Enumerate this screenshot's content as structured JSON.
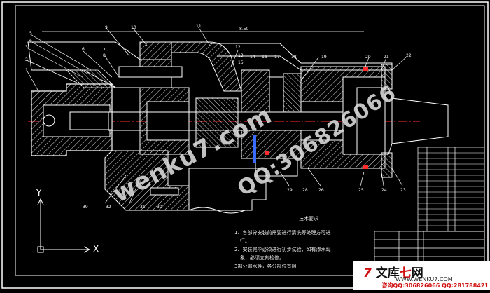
{
  "drawing": {
    "colors": {
      "background": "#000000",
      "lines": "#ffffff",
      "accent_red": "#ff2a2a",
      "accent_blue": "#3a6bff",
      "hatch": "#e0e0e0"
    },
    "part_numbers_top": [
      "11",
      "9",
      "10",
      "7",
      "8",
      "6",
      "5",
      "4",
      "3",
      "2",
      "1",
      "12",
      "13",
      "14",
      "15",
      "16",
      "17",
      "18",
      "19",
      "20",
      "21",
      "22"
    ],
    "part_numbers_bottom": [
      "39",
      "32",
      "31",
      "30",
      "29",
      "28",
      "26",
      "25",
      "24",
      "23"
    ],
    "dimension_label": "8.50"
  },
  "watermarks": {
    "primary": "wenku7.com",
    "secondary": "QQ:306826066"
  },
  "axes": {
    "x_label": "X",
    "y_label": "Y"
  },
  "notes": {
    "title": "技术要求",
    "lines": [
      "1、各部分安装前需要进行清洗等处理方可进",
      "行。",
      "2、安装完毕必须进行初步试验，如有渗水现",
      "象，必须立刻检修。",
      "3部分漏水等，各分部位有阻"
    ]
  },
  "brand": {
    "logo_text_black": "文库",
    "logo_text_red": "七",
    "logo_text_tail": "网",
    "site": "WWW.WENKU7.COM",
    "contact": "咨询QQ:306826066 QQ:281788421"
  }
}
